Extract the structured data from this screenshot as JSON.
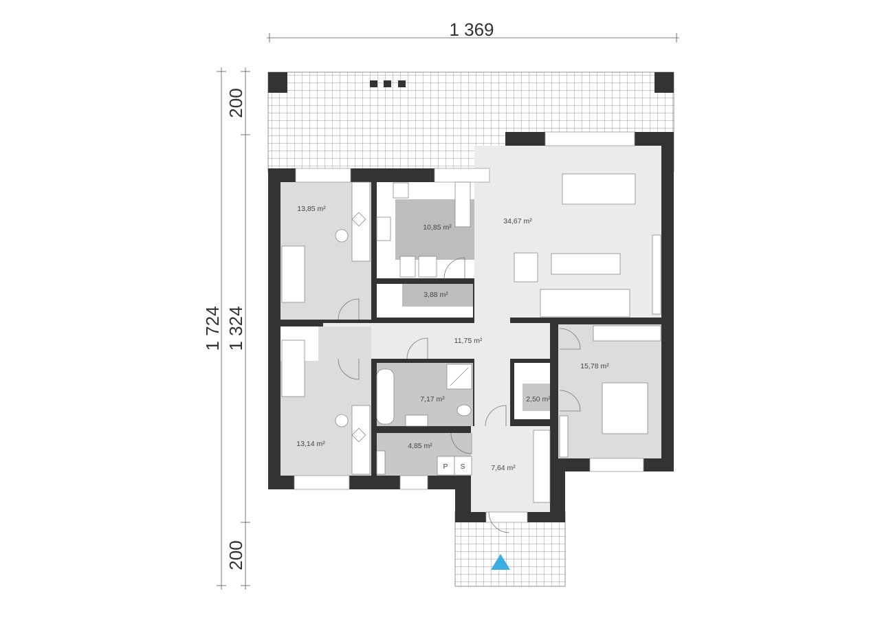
{
  "title": "Floor plan",
  "dimensions": {
    "total_width": "1 369",
    "total_depth": "1 724",
    "terrace_back": "200",
    "house_depth": "1 324",
    "terrace_front": "200"
  },
  "rooms": [
    {
      "id": "bedroom-1",
      "area": "13,85 m²"
    },
    {
      "id": "kitchen",
      "area": "10,85 m²"
    },
    {
      "id": "pantry",
      "area": "3,88 m²"
    },
    {
      "id": "living-dining",
      "area": "34,67 m²"
    },
    {
      "id": "hall",
      "area": "11,75 m²"
    },
    {
      "id": "bedroom-2",
      "area": "13,14 m²"
    },
    {
      "id": "bathroom",
      "area": "7,17 m²"
    },
    {
      "id": "wc-utility",
      "area": "4,85 m²"
    },
    {
      "id": "entrance",
      "area": "7,64 m²"
    },
    {
      "id": "closet",
      "area": "2,50 m²"
    },
    {
      "id": "master-bedroom",
      "area": "15,78 m²"
    }
  ],
  "appliances": {
    "washer": "P",
    "dryer": "S"
  },
  "colors": {
    "wall": "#333333",
    "entry_marker": "#3aaee0"
  }
}
